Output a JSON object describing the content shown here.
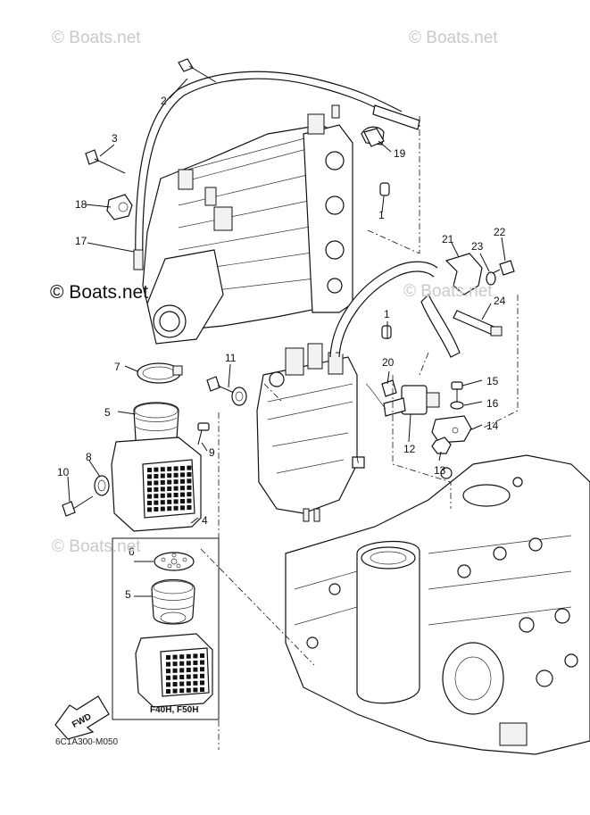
{
  "watermarks": {
    "top_left": "© Boats.net",
    "top_right": "© Boats.net",
    "main": "© Boats.net",
    "mid_left": "© Boats.net",
    "mid_right": "© Boats.net"
  },
  "callouts": [
    "1",
    "1",
    "2",
    "3",
    "4",
    "5",
    "5",
    "6",
    "7",
    "8",
    "9",
    "10",
    "11",
    "12",
    "13",
    "14",
    "15",
    "16",
    "17",
    "18",
    "19",
    "20",
    "21",
    "22",
    "23",
    "24"
  ],
  "inset_label": "F40H, F50H",
  "fwd_label": "FWD",
  "diagram_code": "6C1A300-M050"
}
